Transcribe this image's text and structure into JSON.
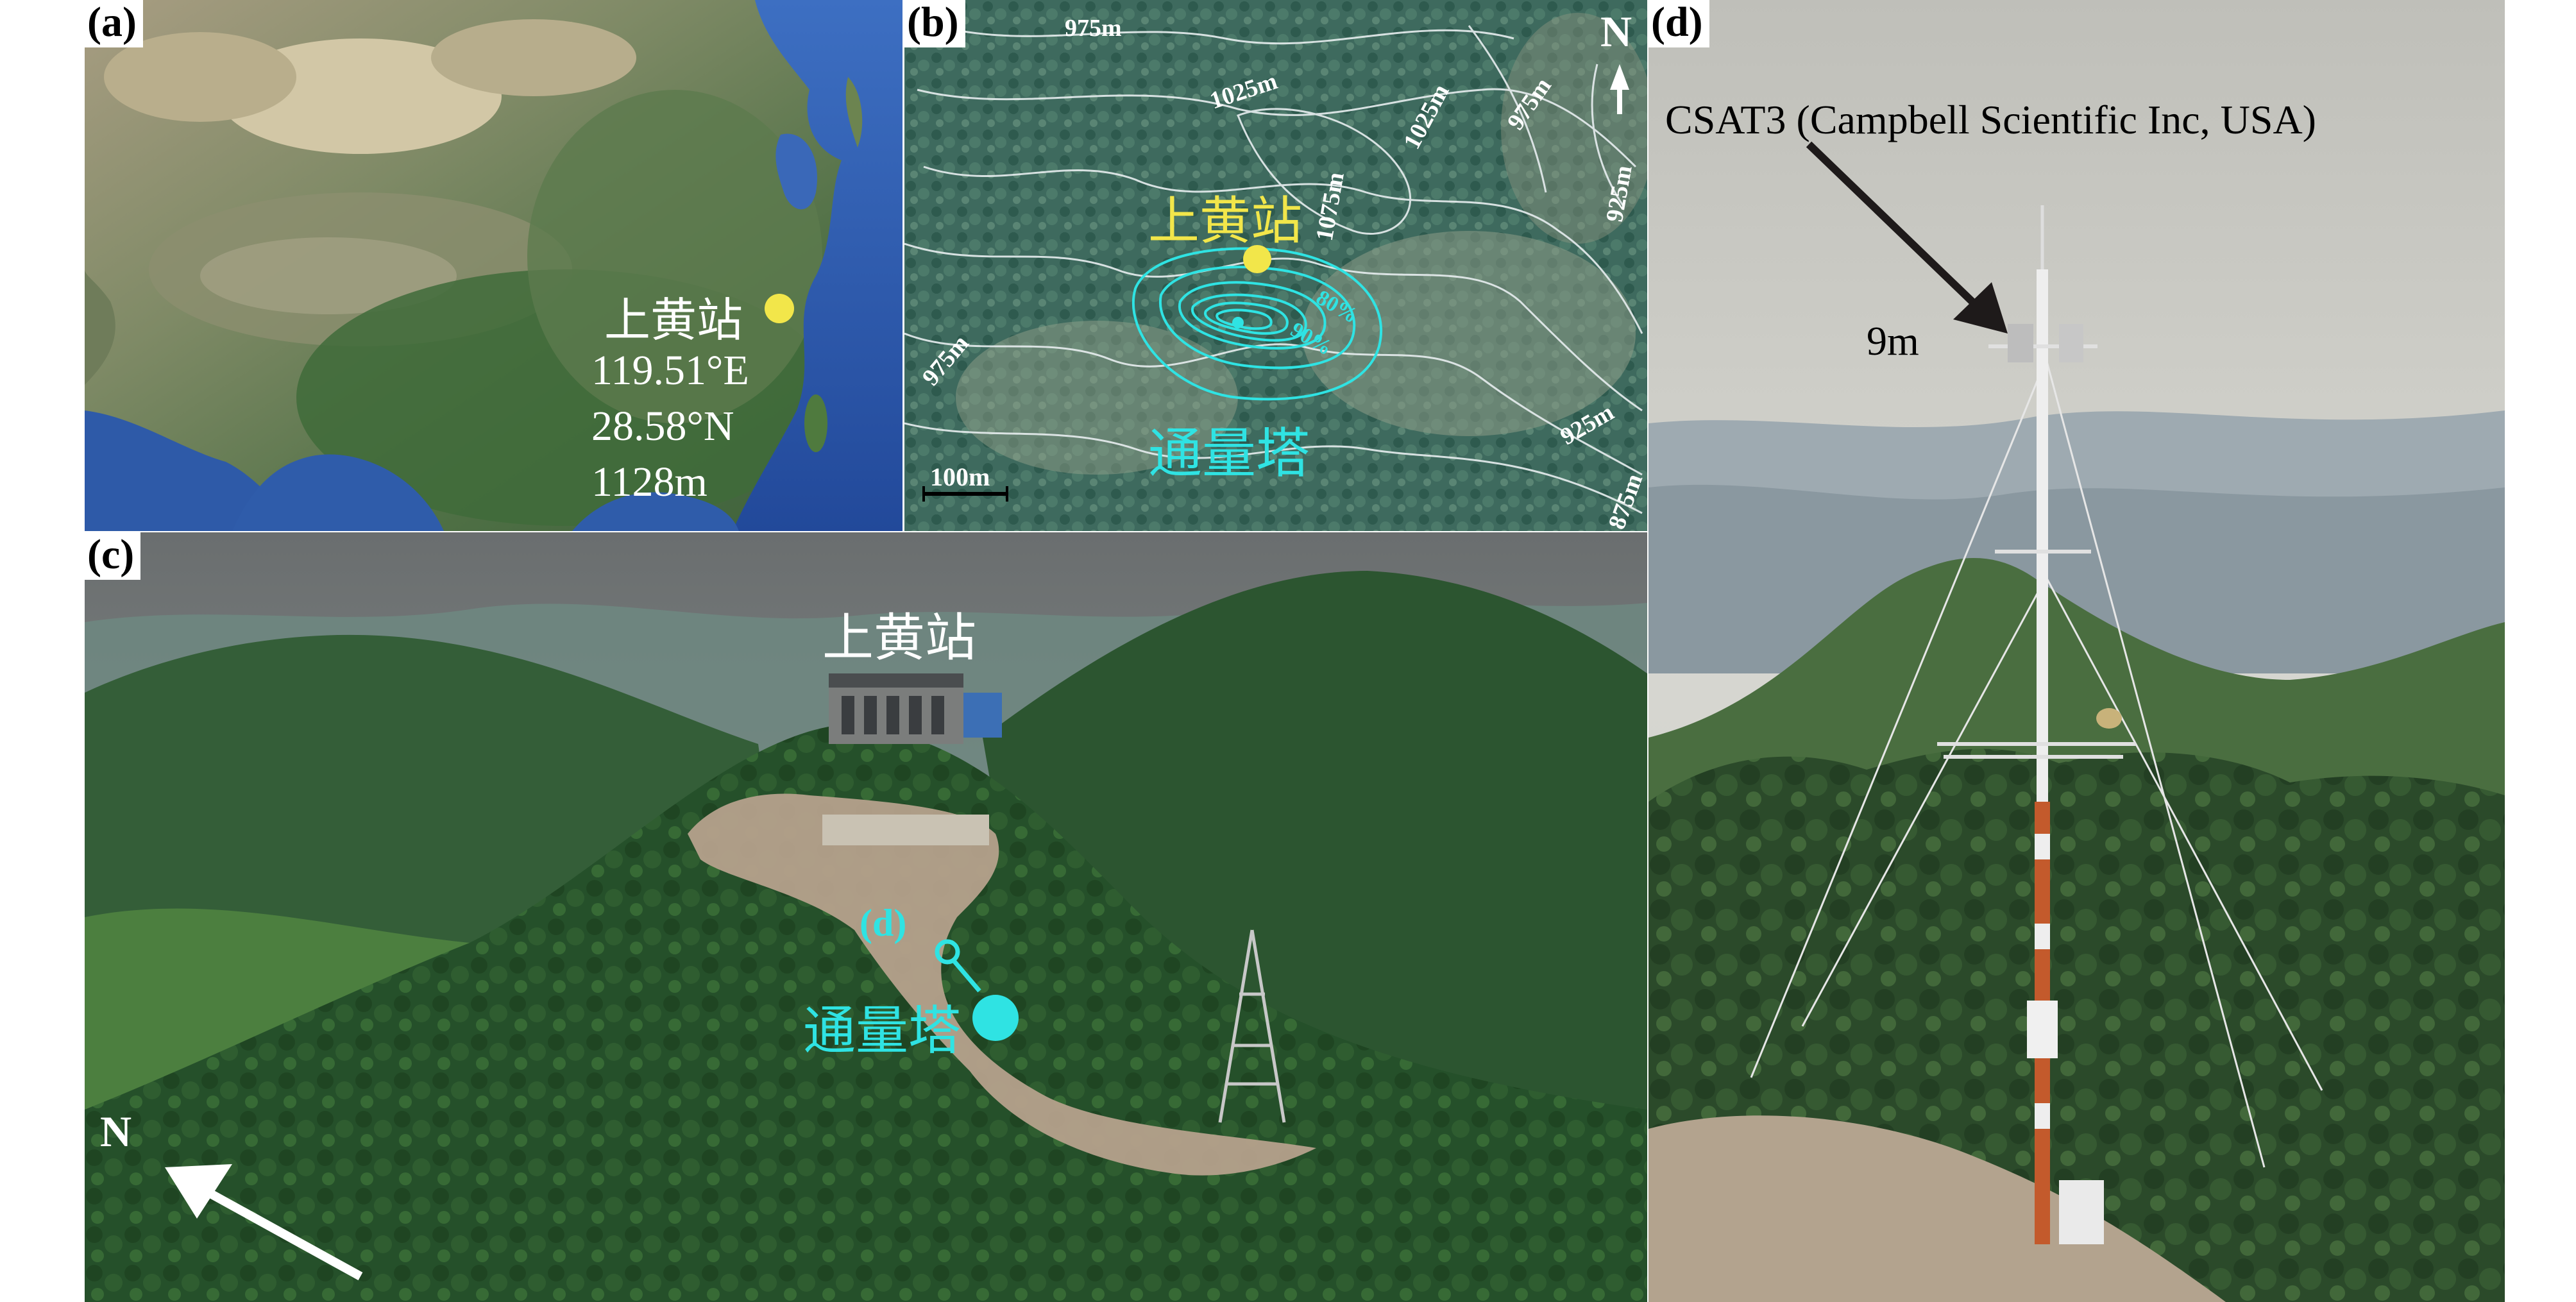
{
  "panel_a": {
    "label": "(a)",
    "station_name": "上黄站",
    "longitude": "119.51°E",
    "latitude": "28.58°N",
    "elevation": "1128m"
  },
  "panel_b": {
    "label": "(b)",
    "north": "N",
    "contours": [
      "975m",
      "1025m",
      "1025m",
      "975m",
      "1075m",
      "925m",
      "975m",
      "925m",
      "875m"
    ],
    "footprint_levels": [
      "80%",
      "90%"
    ],
    "station_name": "上黄站",
    "tower_name": "通量塔",
    "scale": "100m"
  },
  "panel_c": {
    "label": "(c)",
    "station_name": "上黄站",
    "tower_ref": "(d)",
    "tower_name": "通量塔",
    "north": "N"
  },
  "panel_d": {
    "label": "(d)",
    "instrument": "CSAT3 (Campbell Scientific Inc, USA)",
    "height": "9m"
  },
  "colors": {
    "station_yellow": "#f2e64a",
    "tower_cyan": "#2fe3e3",
    "contour_white": "#e8eef0"
  }
}
